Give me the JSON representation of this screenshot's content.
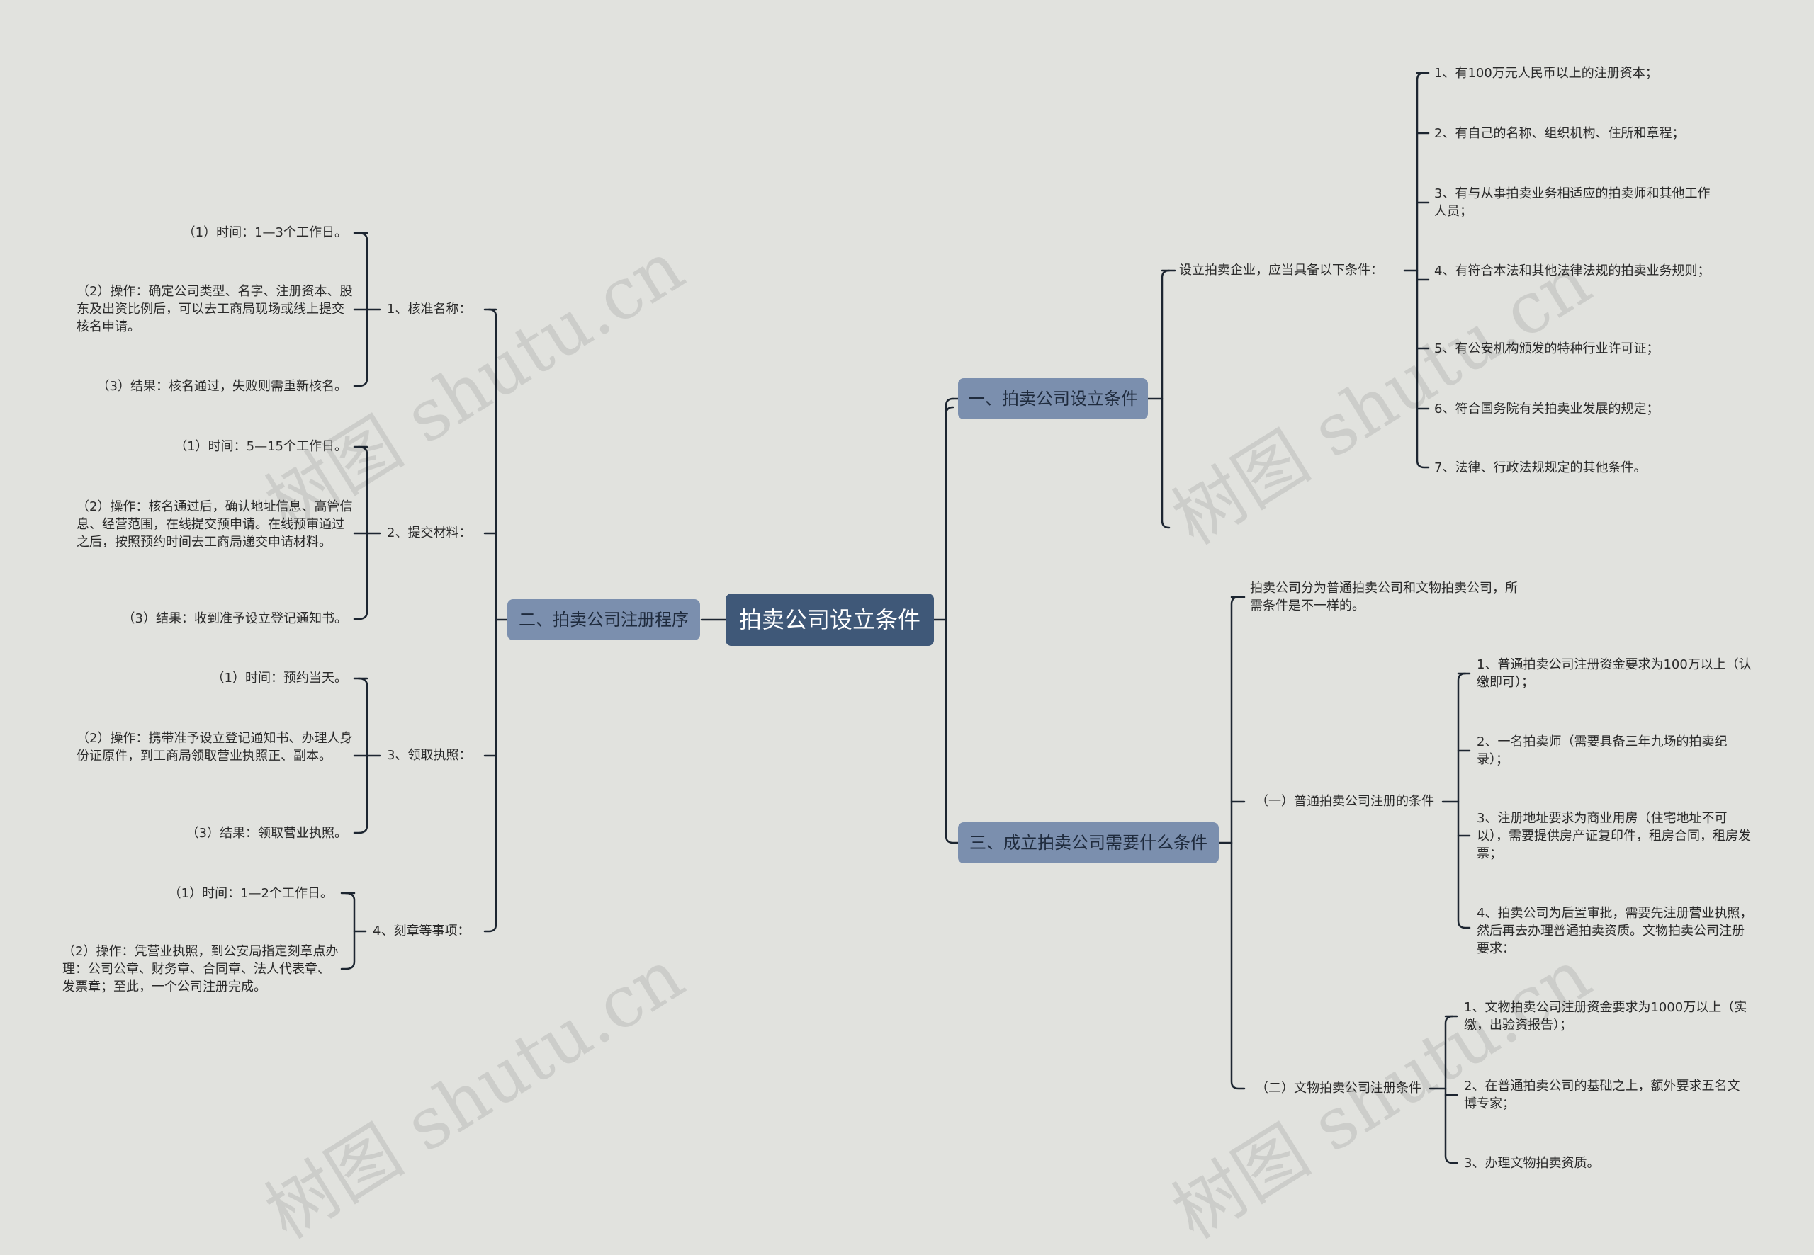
{
  "root": "拍卖公司设立条件",
  "branches": {
    "b1": "一、拍卖公司设立条件",
    "b2": "二、拍卖公司注册程序",
    "b3": "三、成立拍卖公司需要什么条件"
  },
  "conditions": {
    "intro": "设立拍卖企业，应当具备以下条件：",
    "items": [
      "1、有100万元人民币以上的注册资本；",
      "2、有自己的名称、组织机构、住所和章程；",
      "3、有与从事拍卖业务相适应的拍卖师和其他工作人员；",
      "4、有符合本法和其他法律法规的拍卖业务规则；",
      "5、有公安机构颁发的特种行业许可证；",
      "6、符合国务院有关拍卖业发展的规定；",
      "7、法律、行政法规规定的其他条件。"
    ]
  },
  "procedure": {
    "steps": [
      {
        "title": "1、核准名称：",
        "items": [
          "（1）时间：1—3个工作日。",
          "（2）操作：确定公司类型、名字、注册资本、股东及出资比例后，可以去工商局现场或线上提交核名申请。",
          "（3）结果：核名通过，失败则需重新核名。"
        ]
      },
      {
        "title": "2、提交材料：",
        "items": [
          "（1）时间：5—15个工作日。",
          "（2）操作：核名通过后，确认地址信息、高管信息、经营范围，在线提交预申请。在线预审通过之后，按照预约时间去工商局递交申请材料。",
          "（3）结果：收到准予设立登记通知书。"
        ]
      },
      {
        "title": "3、领取执照：",
        "items": [
          "（1）时间：预约当天。",
          "（2）操作：携带准予设立登记通知书、办理人身份证原件，到工商局领取营业执照正、副本。",
          "（3）结果：领取营业执照。"
        ]
      },
      {
        "title": "4、刻章等事项：",
        "items": [
          "（1）时间：1—2个工作日。",
          "（2）操作：凭营业执照，到公安局指定刻章点办理：公司公章、财务章、合同章、法人代表章、发票章；至此，一个公司注册完成。"
        ]
      }
    ]
  },
  "requirements": {
    "intro": "拍卖公司分为普通拍卖公司和文物拍卖公司，所需条件是不一样的。",
    "general": {
      "title": "（一）普通拍卖公司注册的条件",
      "items": [
        "1、普通拍卖公司注册资金要求为100万以上（认缴即可）；",
        "2、一名拍卖师（需要具备三年九场的拍卖纪录）；",
        "3、注册地址要求为商业用房（住宅地址不可以），需要提供房产证复印件，租房合同，租房发票；",
        "4、拍卖公司为后置审批，需要先注册营业执照，然后再去办理普通拍卖资质。文物拍卖公司注册要求："
      ]
    },
    "cultural": {
      "title": "（二）文物拍卖公司注册条件",
      "items": [
        "1、文物拍卖公司注册资金要求为1000万以上（实缴，出验资报告）；",
        "2、在普通拍卖公司的基础之上，额外要求五名文博专家；",
        "3、办理文物拍卖资质。"
      ]
    }
  },
  "watermarks": [
    "树图 shutu.cn",
    "树图 shutu.cn",
    "树图 shutu.cn",
    "树图 shutu.cn"
  ],
  "colors": {
    "background": "#e1e2de",
    "root": "#3f5878",
    "branch": "#7b8fae",
    "line": "#1c2530"
  }
}
